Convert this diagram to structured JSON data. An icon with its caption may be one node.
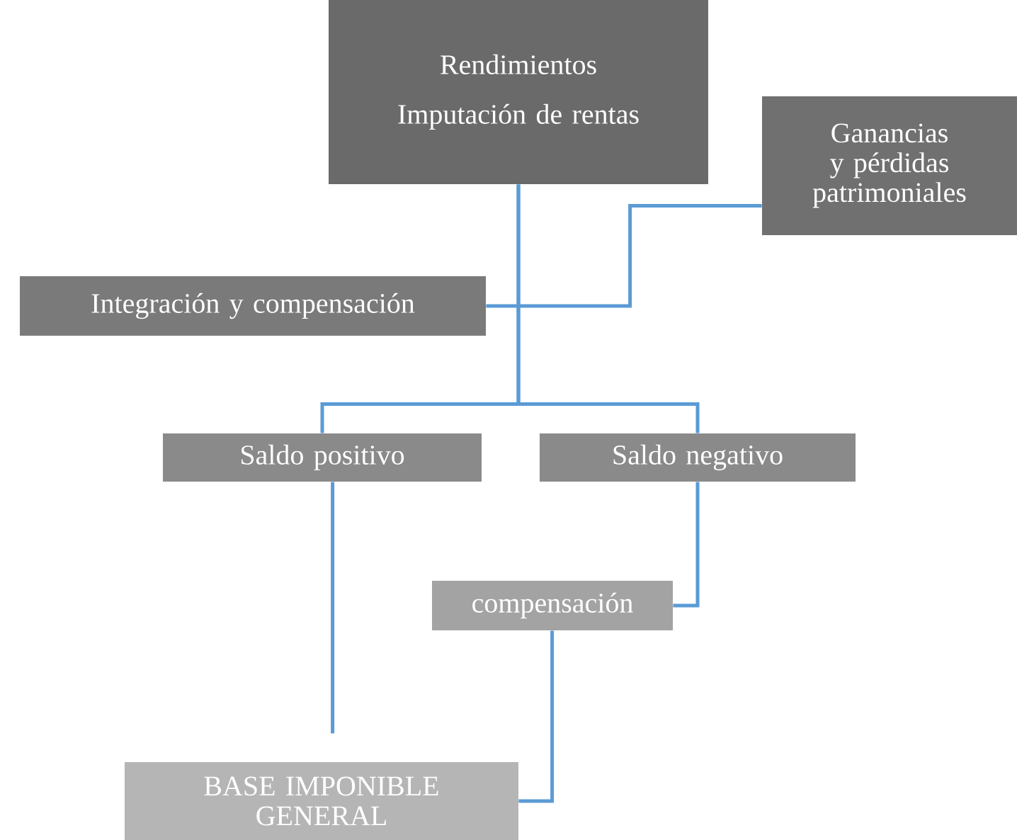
{
  "diagram": {
    "nodes": [
      {
        "text": [
          "Rendimientos",
          "Imputación de rentas"
        ]
      },
      {
        "text": [
          "Ganancias y pérdidas patrimoniales"
        ]
      },
      {
        "text": [
          "Integración y compensación"
        ]
      },
      {
        "text": [
          "Saldo positivo"
        ]
      },
      {
        "text": [
          "Saldo negativo"
        ]
      },
      {
        "text": [
          "compensación"
        ]
      },
      {
        "text": [
          "BASE IMPONIBLE GENERAL"
        ]
      }
    ],
    "edges": [
      {
        "from": 1,
        "to": 2,
        "arrow": "none"
      },
      {
        "from": 0,
        "to": 3,
        "arrow": "none"
      },
      {
        "from": 0,
        "to": 4,
        "arrow": "none"
      },
      {
        "from": 4,
        "to": 5,
        "arrow": "none"
      },
      {
        "from": 3,
        "to": 6,
        "arrow": "none"
      },
      {
        "from": 5,
        "to": 6,
        "arrow": "none"
      }
    ]
  }
}
